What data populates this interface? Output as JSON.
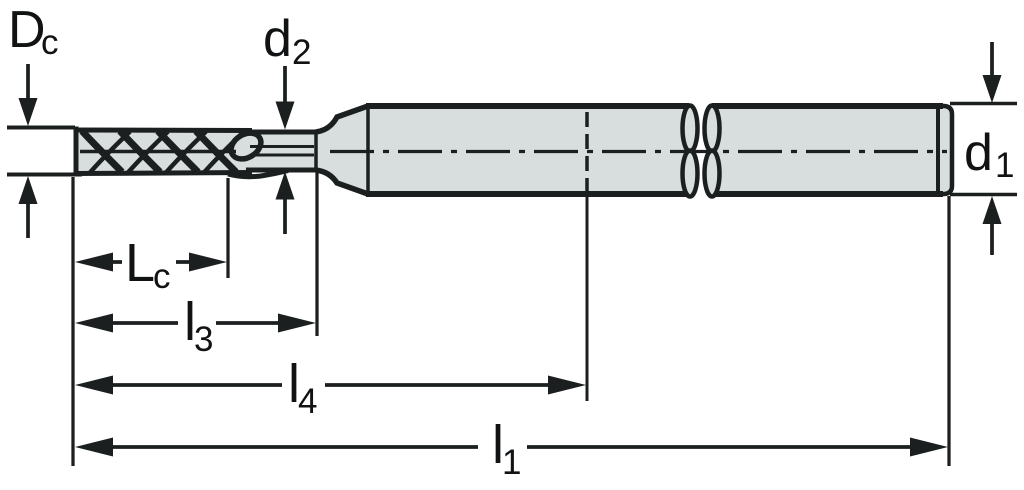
{
  "diagram": {
    "type": "technical-drawing",
    "subject": "End mill (solid milling cutter) side view with dimension annotations, shaft shown with break symbol",
    "colors": {
      "body_fill": "#d8dedd",
      "line": "#1c1f1f",
      "label": "#111213",
      "background": "#ffffff"
    },
    "labels": {
      "Dc": {
        "main": "D",
        "sub": "c",
        "meaning": "cutting diameter"
      },
      "d2": {
        "main": "d",
        "sub": "2",
        "meaning": "neck diameter"
      },
      "d1": {
        "main": "d",
        "sub": "1",
        "meaning": "shank diameter"
      },
      "Lc": {
        "main": "L",
        "sub": "c",
        "meaning": "length of cutting edge"
      },
      "l3": {
        "main": "l",
        "sub": "3",
        "meaning": "length to neck end"
      },
      "l4": {
        "main": "l",
        "sub": "4",
        "meaning": "protruding length"
      },
      "l1": {
        "main": "l",
        "sub": "1",
        "meaning": "overall length"
      }
    }
  }
}
